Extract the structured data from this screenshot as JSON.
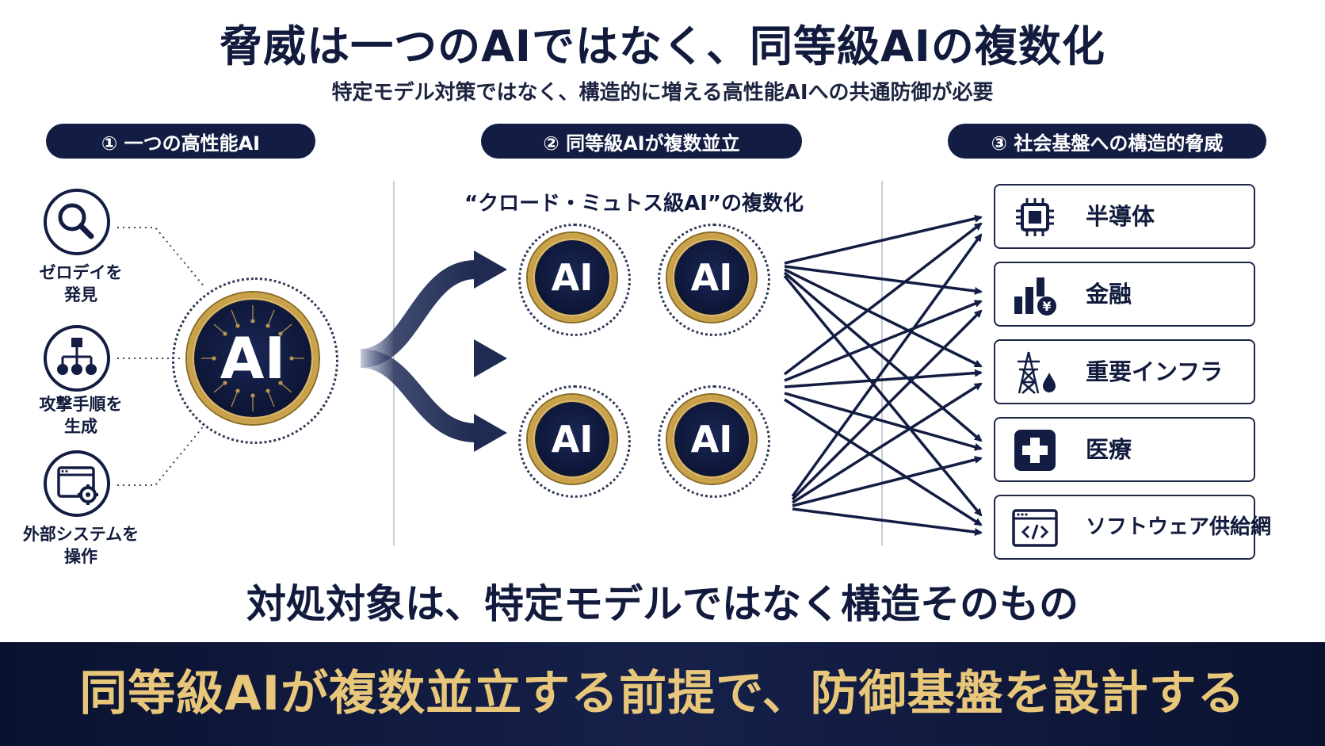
{
  "title": "脅威は一つのAIではなく、同等級AIの複数化",
  "subtitle": "特定モデル対策ではなく、構造的に増える高性能AIへの共通防御が必要",
  "sections": [
    {
      "label": "① 一つの高性能AI"
    },
    {
      "label": "② 同等級AIが複数並立"
    },
    {
      "label": "③ 社会基盤への構造的脅威"
    }
  ],
  "left": {
    "capabilities": [
      {
        "label": "ゼロデイを\n発見",
        "icon": "magnifier-icon"
      },
      {
        "label": "攻撃手順を\n生成",
        "icon": "flowchart-icon"
      },
      {
        "label": "外部システムを\n操作",
        "icon": "window-gear-icon"
      }
    ],
    "core_label": "AI"
  },
  "middle": {
    "caption": "“クロード・ミュトス級AI”の複数化",
    "models": [
      "AI",
      "AI",
      "AI",
      "AI"
    ]
  },
  "targets": [
    {
      "label": "半導体",
      "icon": "chip-icon"
    },
    {
      "label": "金融",
      "icon": "finance-chart-icon"
    },
    {
      "label": "重要インフラ",
      "icon": "power-tower-icon"
    },
    {
      "label": "医療",
      "icon": "medical-cross-icon"
    },
    {
      "label": "ソフトウェア供給網",
      "icon": "code-window-icon"
    }
  ],
  "conclusion": "対処対象は、特定モデルではなく構造そのもの",
  "banner": "同等級AIが複数並立する前提で、防御基盤を設計する",
  "colors": {
    "navy": "#131d43",
    "gold": "#c9a24a",
    "banner_text": "#e8c77a"
  }
}
